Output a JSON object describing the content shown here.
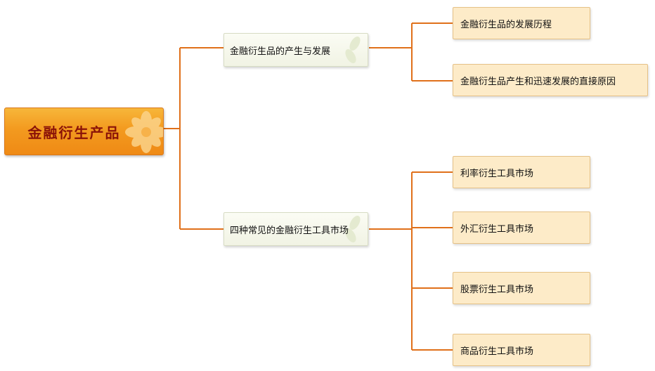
{
  "root": {
    "label": "金融衍生产品"
  },
  "branches": [
    {
      "label": "金融衍生品的产生与发展",
      "children": [
        "金融衍生品的发展历程",
        "金融衍生品产生和迅速发展的直接原因"
      ]
    },
    {
      "label": "四种常见的金融衍生工具市场",
      "children": [
        "利率衍生工具市场",
        "外汇衍生工具市场",
        "股票衍生工具市场",
        "商品衍生工具市场"
      ]
    }
  ],
  "colors": {
    "connector": "#e0701a",
    "root_fill": "#f39a1f",
    "root_text": "#8a1208",
    "leaf_fill": "#fdebc8",
    "mid_fill": "#f1f3e4"
  }
}
